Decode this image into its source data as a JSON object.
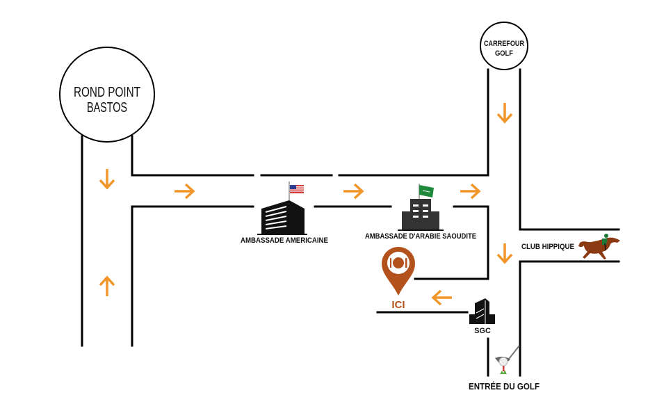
{
  "map": {
    "colors": {
      "road": "#000000",
      "arrow": "#f0962a",
      "pin": "#b4521d",
      "building": "#111111",
      "building_saudi": "#333333",
      "flag_saudi": "#1f8a3c",
      "flag_us_red": "#d23a3a",
      "flag_us_blue": "#2b3d8f",
      "horse": "#8b3a12",
      "jockey": "#1f7a3a"
    },
    "landmarks": {
      "rond_point": {
        "line1": "ROND POINT",
        "line2": "BASTOS"
      },
      "carrefour": {
        "line1": "CARREFOUR",
        "line2": "GOLF"
      },
      "us_embassy": {
        "label": "AMBASSADE AMERICAINE"
      },
      "saudi_embassy": {
        "label": "AMBASSADE D'ARABIE SAOUDITE"
      },
      "club_hippique": {
        "label": "CLUB HIPPIQUE"
      },
      "sgc": {
        "label": "SGC"
      },
      "destination": {
        "label": "ICI"
      },
      "golf_entrance": {
        "label": "ENTRÉE DU GOLF"
      }
    },
    "arrows": [
      {
        "id": "bastos-down",
        "direction": "down"
      },
      {
        "id": "bastos-up",
        "direction": "up"
      },
      {
        "id": "road-right-1",
        "direction": "right"
      },
      {
        "id": "road-right-2",
        "direction": "right"
      },
      {
        "id": "road-right-3",
        "direction": "right"
      },
      {
        "id": "carrefour-down",
        "direction": "down"
      },
      {
        "id": "hippique-down",
        "direction": "down"
      },
      {
        "id": "ici-left",
        "direction": "left"
      }
    ]
  }
}
